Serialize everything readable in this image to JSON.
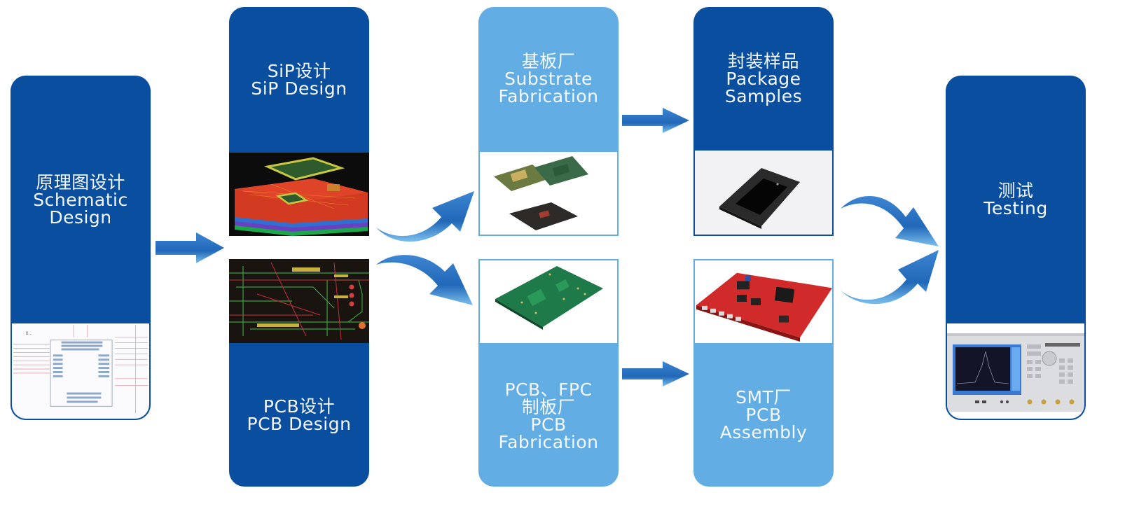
{
  "title": "SiP / PCB design-to-testing process flow",
  "colors": {
    "dark_blue": "#0a4ea0",
    "light_blue": "#62ade3",
    "arrow_blue": "#2a74c4",
    "text": "#ffffff"
  },
  "steps": {
    "schematic": {
      "zh": "原理图设计",
      "en_1": "Schematic",
      "en_2": "Design",
      "image": "schematic-diagram-image"
    },
    "sip": {
      "zh": "SiP设计",
      "en_1": "SiP Design",
      "image": "sip-3d-layout-image"
    },
    "pcb": {
      "zh": "PCB设计",
      "en_1": "PCB Design",
      "image": "pcb-layout-image"
    },
    "substrate": {
      "zh": "基板厂",
      "en_1": "Substrate",
      "en_2": "Fabrication",
      "image": "substrate-boards-image"
    },
    "pcb_fab": {
      "zh_1": "PCB、FPC",
      "zh_2": "制板厂",
      "en_1": "PCB",
      "en_2": "Fabrication",
      "image": "bare-pcb-image"
    },
    "package": {
      "zh": "封装样品",
      "en_1": "Package",
      "en_2": "Samples",
      "image": "package-chip-image"
    },
    "smt": {
      "zh": "SMT厂",
      "en_1": "PCB",
      "en_2": "Assembly",
      "image": "assembled-board-image"
    },
    "testing": {
      "zh": "测试",
      "en_1": "Testing",
      "image": "network-analyzer-image"
    }
  },
  "arrows": [
    {
      "from": "schematic",
      "to": "sip_pcb",
      "type": "straight"
    },
    {
      "from": "sip",
      "to": "substrate",
      "type": "curved-up"
    },
    {
      "from": "pcb",
      "to": "pcb_fab",
      "type": "curved-down"
    },
    {
      "from": "substrate",
      "to": "package",
      "type": "straight"
    },
    {
      "from": "pcb_fab",
      "to": "smt",
      "type": "straight"
    },
    {
      "from": "package",
      "to": "testing",
      "type": "curved-down"
    },
    {
      "from": "smt",
      "to": "testing",
      "type": "curved-up"
    }
  ]
}
